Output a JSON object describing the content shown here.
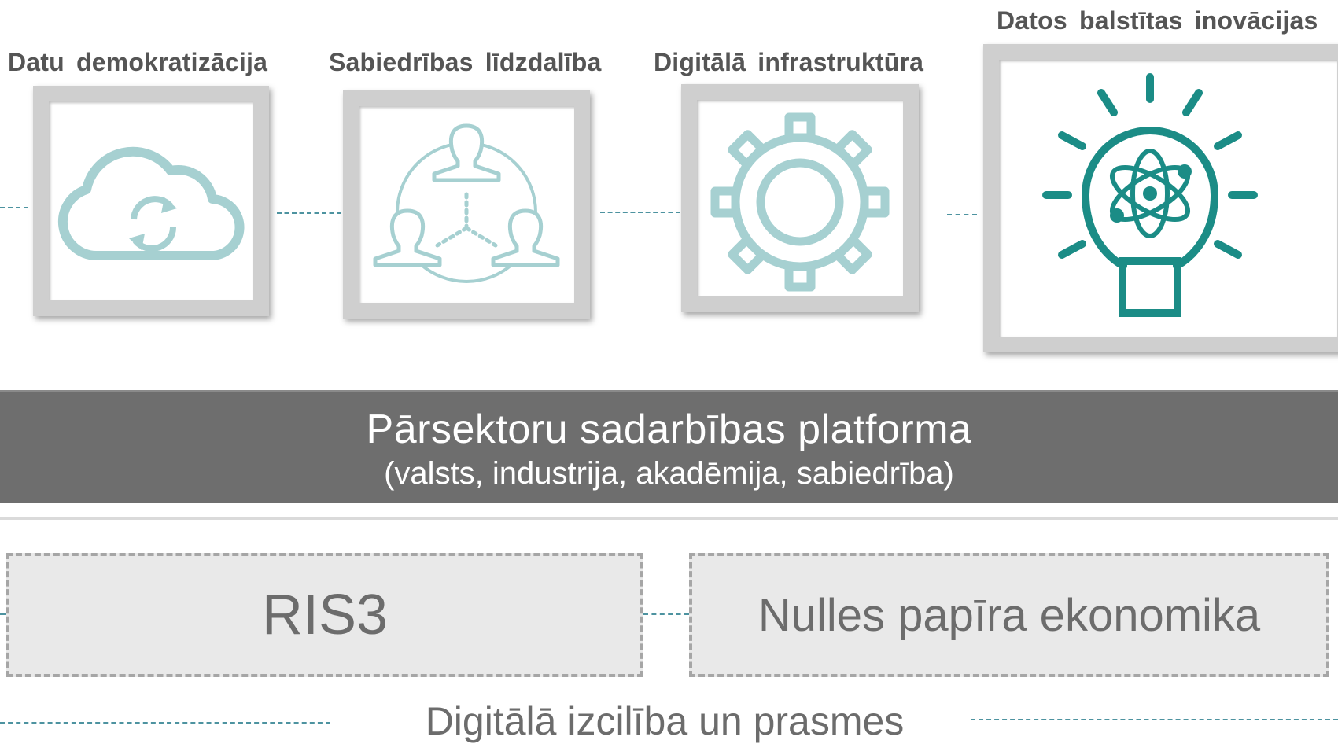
{
  "pillars": [
    {
      "title": "Datu demokratizācija",
      "icon": "cloud-sync-icon"
    },
    {
      "title": "Sabiedrības līdzdalība",
      "icon": "people-network-icon"
    },
    {
      "title": "Digitālā infrastruktūra",
      "icon": "gear-icon"
    },
    {
      "title": "Datos balstītas inovācijas",
      "icon": "lightbulb-atom-icon"
    }
  ],
  "platform": {
    "title": "Pārsektoru sadarbības platforma",
    "subtitle": "(valsts, industrija, akadēmija, sabiedrība)"
  },
  "initiatives": [
    {
      "label": "RIS3"
    },
    {
      "label": "Nulles papīra ekonomika"
    }
  ],
  "foundation": {
    "label": "Digitālā izcilība un prasmes"
  },
  "colors": {
    "light_teal": "#a6d0d1",
    "dark_teal": "#1b8c86",
    "dash_teal": "#4d93a0",
    "frame_gray": "#cfcfcf",
    "platform_gray": "#6e6e6e",
    "text_gray": "#555555"
  }
}
